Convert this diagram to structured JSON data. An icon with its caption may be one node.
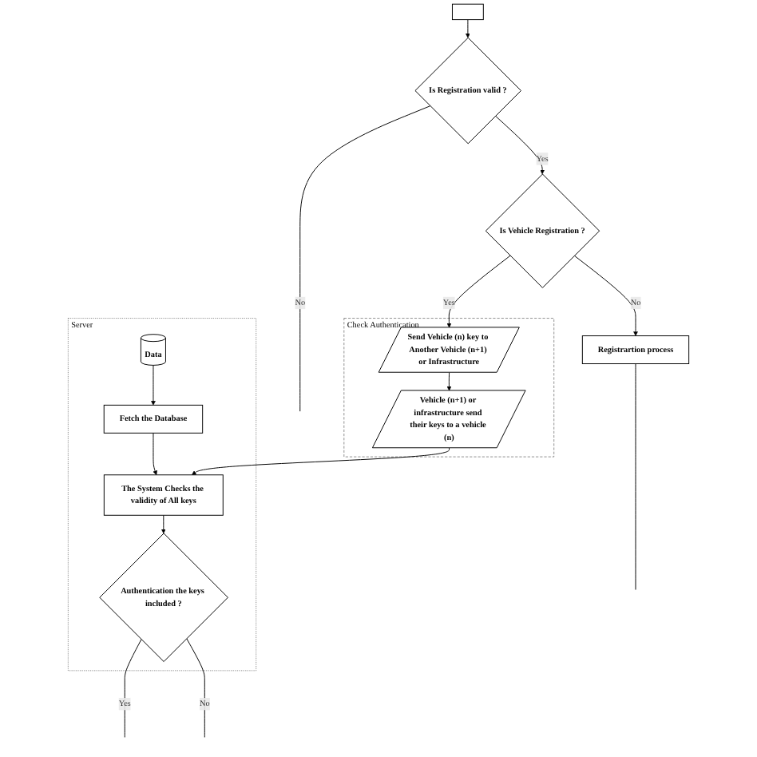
{
  "diagram": {
    "nodes": [
      {
        "text": [],
        "shape": "box"
      },
      {
        "text": [
          "Registrartion process"
        ]
      },
      {
        "text": [
          "Is Registration valid ?"
        ]
      },
      {
        "text": [
          "Is Vehicle Registration ?"
        ]
      },
      {
        "text": [
          "Check Authentication"
        ]
      },
      {
        "text": [
          "Send Vehicle (n) key to Another Vehicle (n+1) or Infrastructure"
        ],
        "in": 4
      },
      {
        "text": [
          "Vehicle (n+1) or infrastructure send their keys to a vehicle (n)"
        ],
        "in": 4
      },
      {
        "text": [
          "Server"
        ]
      },
      {
        "text": [
          "Data"
        ],
        "in": 7
      },
      {
        "text": [
          "Fetch the Database"
        ],
        "in": 7
      },
      {
        "text": [
          "The System Checks the validity of All keys"
        ],
        "in": 7
      },
      {
        "text": [
          "Authentication the keys included ?"
        ],
        "in": 7
      }
    ],
    "edges": [
      {
        "from": 0,
        "to": 2,
        "arrow": "to"
      },
      {
        "from": 2,
        "to": null,
        "label": "No",
        "arrow": "none"
      },
      {
        "from": 1,
        "to": null,
        "arrow": "none"
      },
      {
        "from": 2,
        "to": 3,
        "label": "Yes",
        "arrow": "to"
      },
      {
        "from": 3,
        "to": 1,
        "label": "No",
        "arrow": "to"
      },
      {
        "from": 3,
        "to": 5,
        "label": "Yes",
        "arrow": "to"
      },
      {
        "from": 5,
        "to": 6,
        "arrow": "to"
      },
      {
        "from": 6,
        "to": 10,
        "arrow": "to"
      },
      {
        "from": 8,
        "to": 9,
        "arrow": "to"
      },
      {
        "from": 9,
        "to": 10,
        "arrow": "to"
      },
      {
        "from": 10,
        "to": 11,
        "arrow": "to"
      },
      {
        "from": 11,
        "to": null,
        "label": "Yes",
        "arrow": "none"
      },
      {
        "from": 11,
        "to": null,
        "label": "No",
        "arrow": "none"
      }
    ]
  }
}
